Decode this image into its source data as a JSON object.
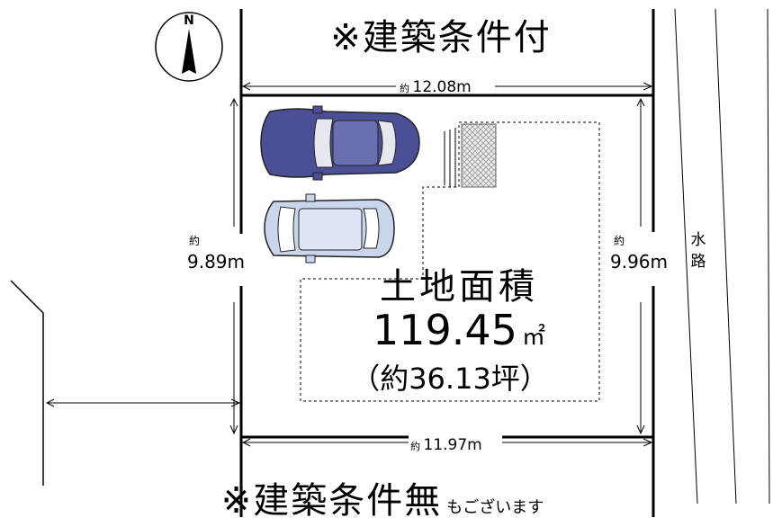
{
  "header": {
    "condition_text": "※建築条件付"
  },
  "footer": {
    "condition_text": "※建築条件無",
    "suffix_text": "もございます"
  },
  "compass": {
    "north_label": "N",
    "icon": "north-arrow-icon"
  },
  "dimensions": {
    "top": {
      "prefix": "約",
      "value": "12.08m"
    },
    "bottom": {
      "prefix": "約",
      "value": "11.97m"
    },
    "left": {
      "prefix": "約",
      "value": "9.89m"
    },
    "right": {
      "prefix": "約",
      "value": "9.96m"
    }
  },
  "land": {
    "title": "土地面積",
    "area_number": "119.45",
    "area_unit": "㎡",
    "tsubo_text": "（約36.13坪）"
  },
  "waterway": {
    "line1": "水",
    "line2": "路"
  },
  "colors": {
    "car_blue": "#4a4f96",
    "car_light": "#c9d6ec",
    "hatch": "#b0b0b0"
  }
}
